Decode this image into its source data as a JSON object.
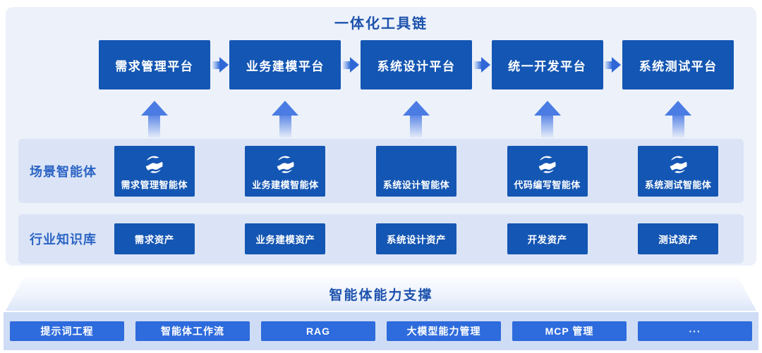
{
  "colors": {
    "panel_bg": "#ecf1fa",
    "band_bg": "#dbe4f6",
    "box_blue": "#1456b3",
    "button_blue": "#2e6bdc",
    "bottom_band_bg": "#cfdcf5",
    "title_blue": "#1d52ad",
    "label_blue": "#2b64c4",
    "arrow_blue": "#4a7ce3"
  },
  "toolchain": {
    "title": "一体化工具链",
    "platforms": [
      "需求管理平台",
      "业务建模平台",
      "系统设计平台",
      "统一开发平台",
      "系统测试平台"
    ]
  },
  "scene_agents": {
    "label": "场景智能体",
    "icon": "globe-icon",
    "items": [
      {
        "label": "需求管理智能体",
        "has_icon": true
      },
      {
        "label": "业务建模智能体",
        "has_icon": true
      },
      {
        "label": "系统设计智能体",
        "has_icon": false
      },
      {
        "label": "代码编写智能体",
        "has_icon": true
      },
      {
        "label": "系统测试智能体",
        "has_icon": true
      }
    ]
  },
  "knowledge_base": {
    "label": "行业知识库",
    "items": [
      "需求资产",
      "业务建模资产",
      "系统设计资产",
      "开发资产",
      "测试资产"
    ]
  },
  "support": {
    "title": "智能体能力支撑",
    "capabilities": [
      "提示词工程",
      "智能体工作流",
      "RAG",
      "大模型能力管理",
      "MCP 管理",
      "···"
    ]
  }
}
